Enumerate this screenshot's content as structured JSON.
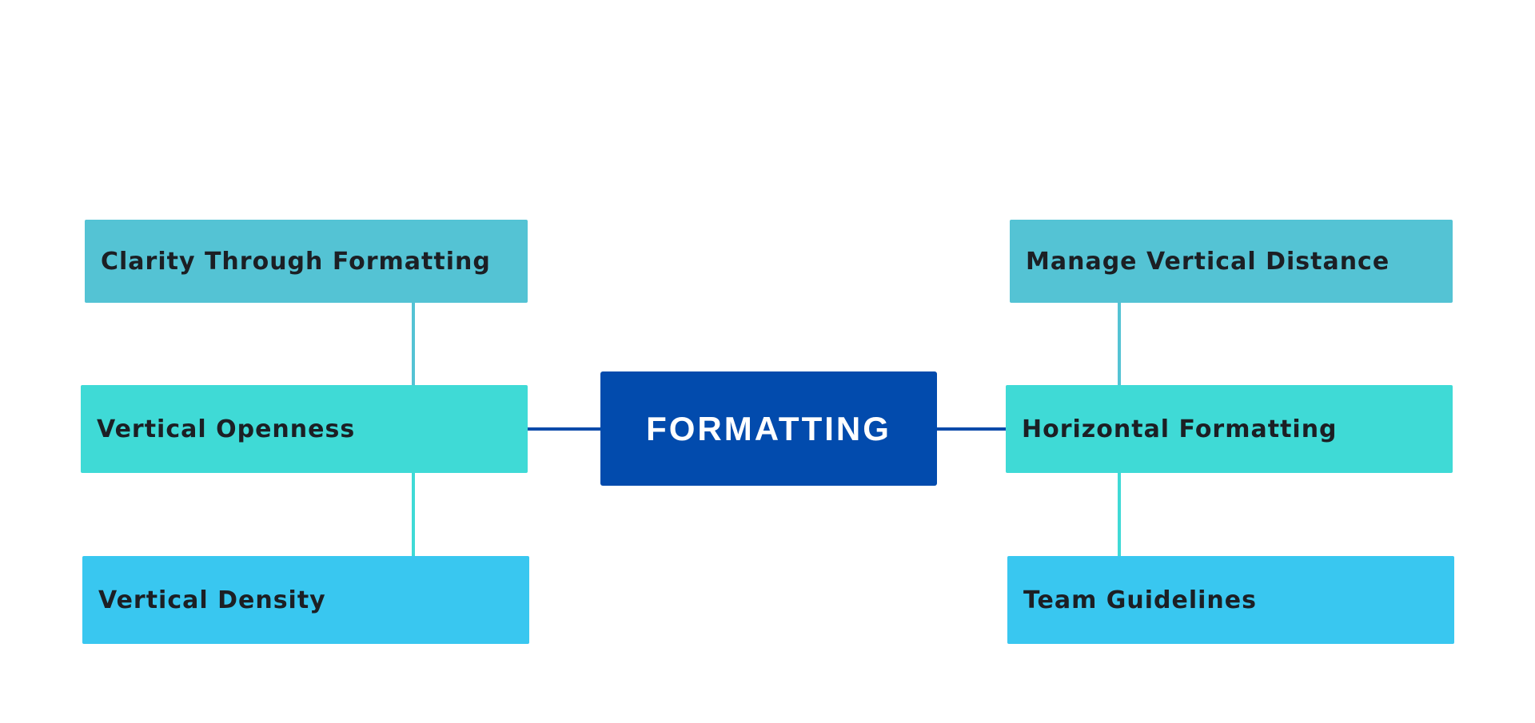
{
  "colors": {
    "background": "#ffffff",
    "center_fill": "#024bad",
    "top_row_fill": "#54c3d4",
    "middle_row_fill": "#3fdad6",
    "bottom_row_fill": "#39c7f0",
    "text_dark": "#1c1f24",
    "text_light": "#ffffff",
    "connector_dark": "#0b4aa9",
    "connector_top": "#54c3d4",
    "connector_bottom": "#3fdad6"
  },
  "diagram": {
    "center": {
      "label": "FORMATTING"
    },
    "left": {
      "top": {
        "label": "Clarity Through Formatting"
      },
      "middle": {
        "label": "Vertical Openness"
      },
      "bottom": {
        "label": "Vertical Density"
      }
    },
    "right": {
      "top": {
        "label": "Manage Vertical Distance"
      },
      "middle": {
        "label": "Horizontal Formatting"
      },
      "bottom": {
        "label": "Team Guidelines"
      }
    }
  }
}
